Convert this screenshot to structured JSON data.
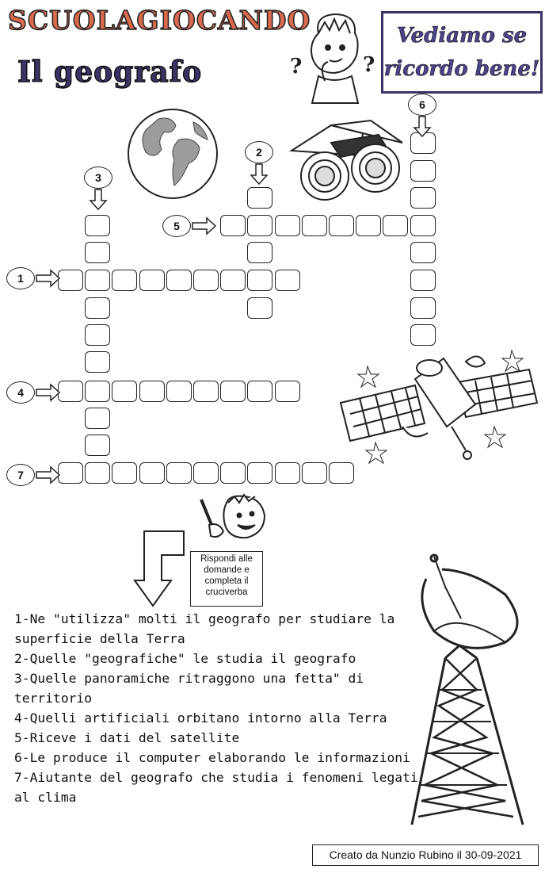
{
  "header": {
    "site_name": "SCUOLAGIOCANDO",
    "title": "Il geografo",
    "boxed_title_line1": "Vediamo se",
    "boxed_title_line2": "ricordo bene!"
  },
  "crossword": {
    "numbers": [
      "1",
      "2",
      "3",
      "4",
      "5",
      "6",
      "7"
    ]
  },
  "instruction_note": "Rispondi alle domande e completa il cruciverba",
  "clues": [
    "1-Ne \"utilizza\" molti il geografo per studiare la superficie della Terra",
    "2-Quelle \"geografiche\" le studia il geografo",
    "3-Quelle panoramiche ritraggono una fetta\" di territorio",
    "4-Quelli artificiali orbitano intorno alla Terra",
    "5-Riceve i dati del satellite",
    "6-Le  produce il computer elaborando le informazioni",
    "7-Aiutante  del geografo che studia i fenomeni legati al clima"
  ],
  "credit": "Creato da Nunzio Rubino il 30-09-2021",
  "icons": [
    "globe-icon",
    "binoculars-icon",
    "satellite-icon",
    "antenna-tower-icon",
    "thinking-boy-icon",
    "writing-boy-icon",
    "down-arrow-icon"
  ]
}
